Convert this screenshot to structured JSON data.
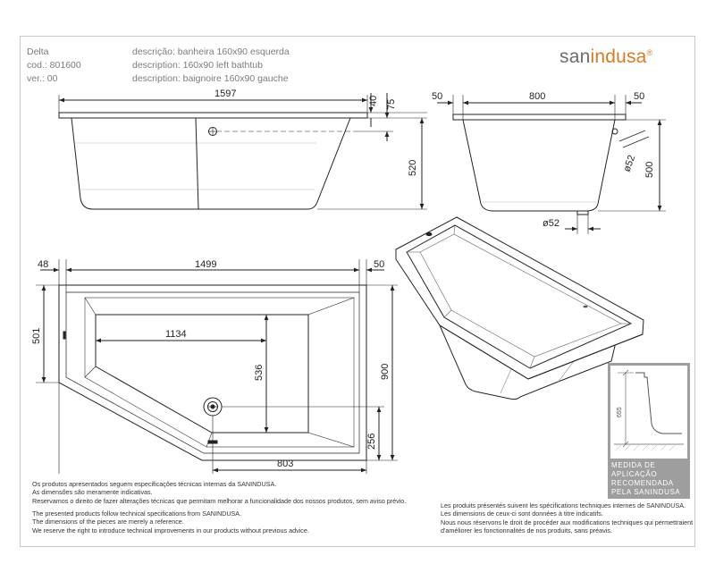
{
  "header": {
    "model": "Delta",
    "code": "cod.: 801600",
    "version": "ver.: 00",
    "description_pt": "descrição: banheira 160x90 esquerda",
    "description_en": "description: 160x90 left bathtub",
    "description_fr": "description: baignoire 160x90 gauche"
  },
  "brand": {
    "part1": "san",
    "part2": "indusa",
    "mark": "®",
    "text_color": "#6d6d6d",
    "accent_color": "#d77a22"
  },
  "dimensions": {
    "side_length": "1597",
    "rim_thickness": "40",
    "overflow_height": "75",
    "side_height": "520",
    "front_left": "50",
    "front_width": "800",
    "front_right": "50",
    "front_height": "500",
    "overflow_diameter": "ø52",
    "drain_diameter": "ø52",
    "plan_left_margin": "48",
    "plan_length": "1499",
    "plan_right_margin": "50",
    "plan_short_width": "501",
    "plan_inner_length": "1134",
    "plan_inner_width": "536",
    "plan_width": "900",
    "plan_drain_offset": "256",
    "plan_drain_position": "803"
  },
  "notes": {
    "pt": [
      "Os produtos apresentados seguem especificações técnicas internas da SANINDUSA.",
      "As dimensões são meramente indicativas.",
      "Reservamos o direito de fazer alterações técnicas que permitam melhorar a funcionalidade dos nossos produtos, sem aviso prévio."
    ],
    "en": [
      "The presented products follow technical specifications from SANINDUSA.",
      "The dimensions of the pieces are merely a reference.",
      "We reserve the right to introduce technical improvements in our products without previous advice."
    ],
    "fr": [
      "Les produits présentés suivent les spécifications techniques internes de SANINDUSA.",
      "Les dimensions de ceux-ci sont données à titre indicatifs.",
      "Nous nous réservons le droit de procéder aux modifications techniques qui permettraient",
      "d'améliorer les fonctionnalités de nos produits, sans préavis."
    ]
  },
  "inset": {
    "height_value": "655",
    "caption": [
      "MEDIDA DE",
      "APLICAÇÃO",
      "RECOMENDADA",
      "PELA SANINDUSA"
    ]
  }
}
